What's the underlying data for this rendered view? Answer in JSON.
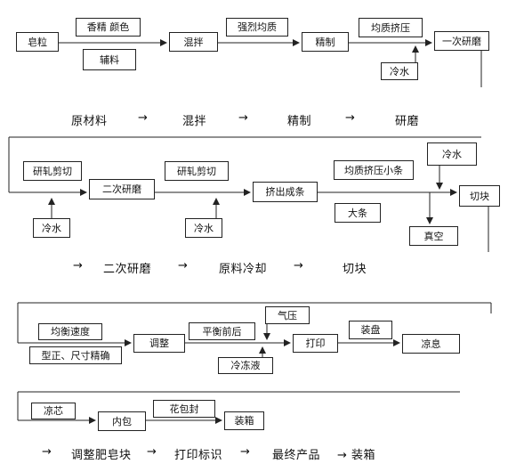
{
  "row1": {
    "soap_pellets": "皂粒",
    "flavor_color": "香精 颜色",
    "auxiliary": "辅料",
    "mixing": "混拌",
    "strong_homog": "强烈均质",
    "refining": "精制",
    "homog_extrude": "均质挤压",
    "cold_water": "冷水",
    "first_mill": "一次研磨"
  },
  "caption1": [
    "原材料",
    "→",
    "混拌",
    "→",
    "精制",
    "→",
    "研磨"
  ],
  "row2": {
    "mill_cut_a": "研轧剪切",
    "second_mill": "二次研磨",
    "mill_cut_b": "研轧剪切",
    "homog_strip": "均质挤压小条",
    "cold_water_top": "冷水",
    "cold_water_a": "冷水",
    "cold_water_b": "冷水",
    "extrude_strip": "挤出成条",
    "large_strip": "大条",
    "cutting": "切块",
    "vacuum": "真空"
  },
  "caption2": [
    "→",
    "二次研磨",
    "→",
    "原料冷却",
    "→",
    "切块"
  ],
  "row3": {
    "uniform_speed": "均衡速度",
    "shape_precise": "型正、尺寸精确",
    "adjust": "调整",
    "balance_front_back": "平衡前后",
    "air_pressure": "气压",
    "coolant": "冷冻液",
    "print": "打印",
    "tray": "装盘",
    "cool_dry": "凉息",
    "cool_core": "凉芯",
    "inner_pack": "内包",
    "flower_seal": "花包封",
    "boxing": "装箱"
  },
  "caption3": [
    "→",
    "调整肥皂块",
    "→",
    "打印标识",
    "→",
    "最终产品",
    "→ 装箱"
  ]
}
